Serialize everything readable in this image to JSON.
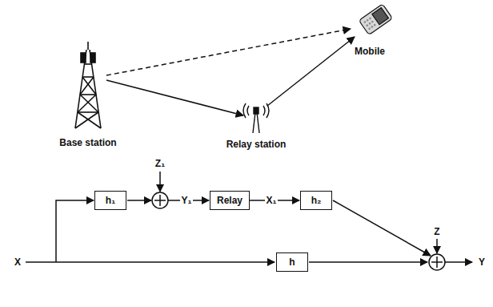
{
  "diagram": {
    "nodes": [
      {
        "text": [
          "h₁"
        ]
      },
      {
        "text": [
          "Relay"
        ]
      },
      {
        "text": [
          "h₂"
        ]
      },
      {
        "text": [
          "h"
        ]
      }
    ],
    "edges": [
      {
        "from": 1,
        "to": 2,
        "arrow": "to",
        "label": "X₁"
      }
    ],
    "labels": [
      "Mobile",
      "Base station",
      "Relay station",
      "Z₁",
      "Y₁",
      "Z",
      "X",
      "Y"
    ]
  }
}
